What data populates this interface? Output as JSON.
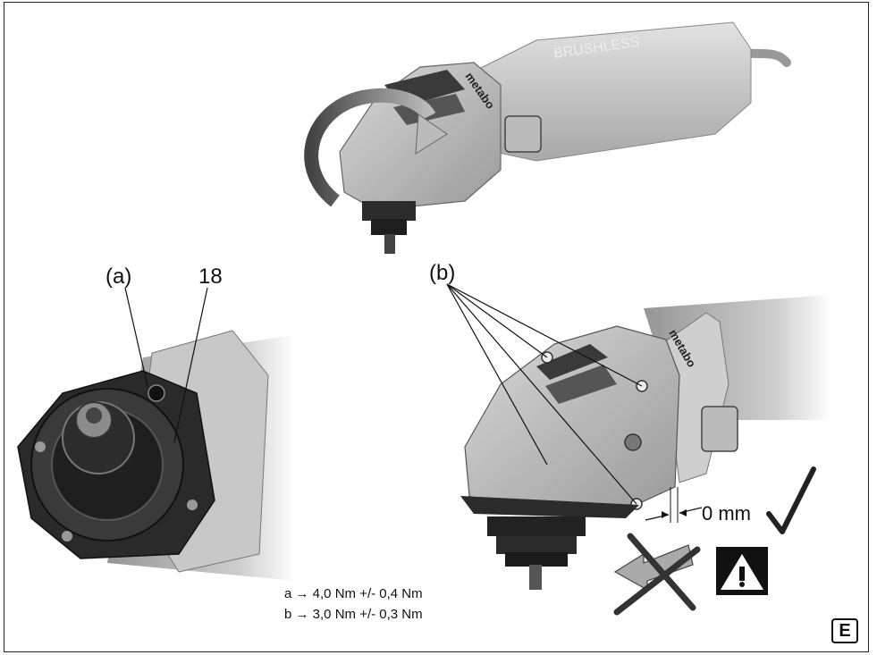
{
  "labels": {
    "callout_a": "(a)",
    "callout_18": "18",
    "callout_b": "(b)",
    "gap": "0 mm",
    "brand": "metabo",
    "model_text": "BRUSHLESS"
  },
  "specs": [
    "a → 4,0 Nm +/- 0,4 Nm",
    "b → 3,0 Nm +/- 0,3 Nm"
  ],
  "badge": "E",
  "colors": {
    "frame": "#222222",
    "body_gray": "#bdbdbd",
    "dark": "#2b2b2b"
  },
  "icons": [
    "rotate-arrow-icon",
    "warning-triangle-icon",
    "check-mark-icon",
    "cross-mark-icon",
    "arrow-left-icon"
  ]
}
